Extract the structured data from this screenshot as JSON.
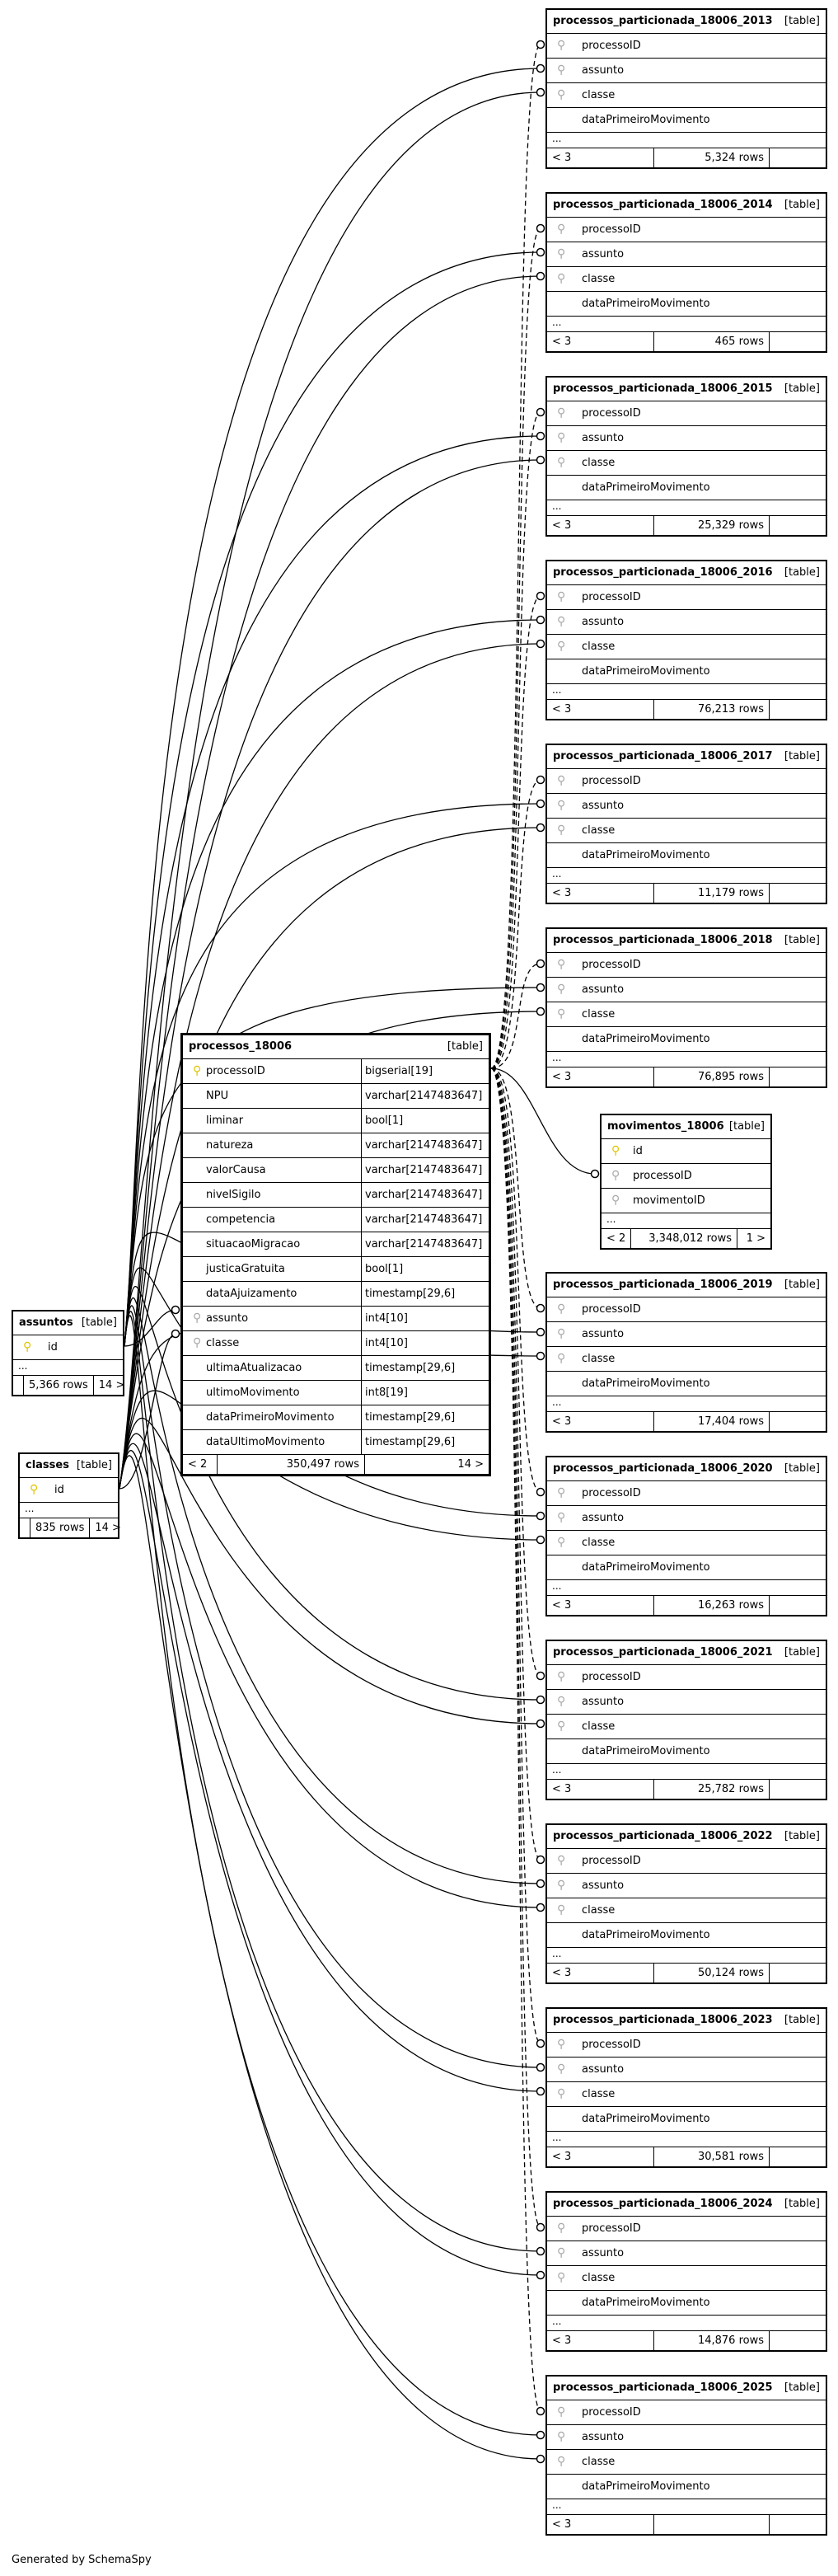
{
  "generated_by": "Generated by SchemaSpy",
  "table_tag": "[table]",
  "ellipsis": "...",
  "assuntos": {
    "name": "assuntos",
    "column": "id",
    "footer": [
      "",
      "5,366 rows",
      "14 >"
    ]
  },
  "classes": {
    "name": "classes",
    "column": "id",
    "footer": [
      "",
      "835 rows",
      "14 >"
    ]
  },
  "processos": {
    "name": "processos_18006",
    "columns": [
      {
        "name": "processoID",
        "type": "bigserial[19]",
        "key": "pk"
      },
      {
        "name": "NPU",
        "type": "varchar[2147483647]",
        "key": ""
      },
      {
        "name": "liminar",
        "type": "bool[1]",
        "key": ""
      },
      {
        "name": "natureza",
        "type": "varchar[2147483647]",
        "key": ""
      },
      {
        "name": "valorCausa",
        "type": "varchar[2147483647]",
        "key": ""
      },
      {
        "name": "nivelSigilo",
        "type": "varchar[2147483647]",
        "key": ""
      },
      {
        "name": "competencia",
        "type": "varchar[2147483647]",
        "key": ""
      },
      {
        "name": "situacaoMigracao",
        "type": "varchar[2147483647]",
        "key": ""
      },
      {
        "name": "justicaGratuita",
        "type": "bool[1]",
        "key": ""
      },
      {
        "name": "dataAjuizamento",
        "type": "timestamp[29,6]",
        "key": ""
      },
      {
        "name": "assunto",
        "type": "int4[10]",
        "key": "fk"
      },
      {
        "name": "classe",
        "type": "int4[10]",
        "key": "fk"
      },
      {
        "name": "ultimaAtualizacao",
        "type": "timestamp[29,6]",
        "key": ""
      },
      {
        "name": "ultimoMovimento",
        "type": "int8[19]",
        "key": ""
      },
      {
        "name": "dataPrimeiroMovimento",
        "type": "timestamp[29,6]",
        "key": ""
      },
      {
        "name": "dataUltimoMovimento",
        "type": "timestamp[29,6]",
        "key": ""
      }
    ],
    "footer": [
      "< 2",
      "350,497 rows",
      "14 >"
    ]
  },
  "movimentos": {
    "name": "movimentos_18006",
    "columns": [
      {
        "name": "id",
        "key": "pk"
      },
      {
        "name": "processoID",
        "key": "fk"
      },
      {
        "name": "movimentoID",
        "key": "fk"
      }
    ],
    "footer": [
      "< 2",
      "3,348,012 rows",
      "1 >"
    ]
  },
  "partition_columns": [
    {
      "name": "processoID",
      "key": "fk"
    },
    {
      "name": "assunto",
      "key": "fk"
    },
    {
      "name": "classe",
      "key": "fk"
    },
    {
      "name": "dataPrimeiroMovimento",
      "key": ""
    }
  ],
  "partitions": [
    {
      "name": "processos_particionada_18006_2013",
      "prev": "< 3",
      "rows": "5,324 rows",
      "next": ""
    },
    {
      "name": "processos_particionada_18006_2014",
      "prev": "< 3",
      "rows": "465 rows",
      "next": ""
    },
    {
      "name": "processos_particionada_18006_2015",
      "prev": "< 3",
      "rows": "25,329 rows",
      "next": ""
    },
    {
      "name": "processos_particionada_18006_2016",
      "prev": "< 3",
      "rows": "76,213 rows",
      "next": ""
    },
    {
      "name": "processos_particionada_18006_2017",
      "prev": "< 3",
      "rows": "11,179 rows",
      "next": ""
    },
    {
      "name": "processos_particionada_18006_2018",
      "prev": "< 3",
      "rows": "76,895 rows",
      "next": ""
    },
    {
      "name": "processos_particionada_18006_2019",
      "prev": "< 3",
      "rows": "17,404 rows",
      "next": ""
    },
    {
      "name": "processos_particionada_18006_2020",
      "prev": "< 3",
      "rows": "16,263 rows",
      "next": ""
    },
    {
      "name": "processos_particionada_18006_2021",
      "prev": "< 3",
      "rows": "25,782 rows",
      "next": ""
    },
    {
      "name": "processos_particionada_18006_2022",
      "prev": "< 3",
      "rows": "50,124 rows",
      "next": ""
    },
    {
      "name": "processos_particionada_18006_2023",
      "prev": "< 3",
      "rows": "30,581 rows",
      "next": ""
    },
    {
      "name": "processos_particionada_18006_2024",
      "prev": "< 3",
      "rows": "14,876 rows",
      "next": ""
    },
    {
      "name": "processos_particionada_18006_2025",
      "prev": "< 3",
      "rows": "",
      "next": ""
    }
  ]
}
